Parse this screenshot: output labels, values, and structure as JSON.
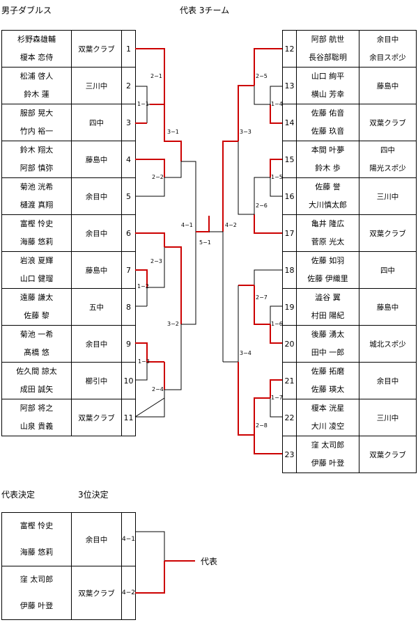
{
  "header": {
    "title": "男子ダブルス",
    "qualify": "代表  3チーム",
    "rep_decision": "代表決定",
    "third_place": "3位決定"
  },
  "colors": {
    "win": "#cc0000",
    "line": "#000000"
  },
  "left_entries": [
    {
      "no": "1",
      "p1": "杉野森雄輔",
      "p2": "榎本  恋侍",
      "team": "双葉クラブ"
    },
    {
      "no": "2",
      "p1": "松浦  啓人",
      "p2": "鈴木  蓮",
      "team": "三川中"
    },
    {
      "no": "3",
      "p1": "服部  晃大",
      "p2": "竹内  裕一",
      "team": "四中"
    },
    {
      "no": "4",
      "p1": "鈴木  翔太",
      "p2": "阿部  慎弥",
      "team": "藤島中"
    },
    {
      "no": "5",
      "p1": "菊池  洸希",
      "p2": "樋渡  真翔",
      "team": "余目中"
    },
    {
      "no": "6",
      "p1": "富樫  怜史",
      "p2": "海藤  悠莉",
      "team": "余目中"
    },
    {
      "no": "7",
      "p1": "岩浪  夏輝",
      "p2": "山口  健瑠",
      "team": "藤島中"
    },
    {
      "no": "8",
      "p1": "遠藤  謙太",
      "p2": "佐藤  黎",
      "team": "五中"
    },
    {
      "no": "9",
      "p1": "菊池  一希",
      "p2": "髙橋    悠",
      "team": "余目中"
    },
    {
      "no": "10",
      "p1": "佐久間  諒太",
      "p2": "成田  誠矢",
      "team": "櫛引中"
    },
    {
      "no": "11",
      "p1": "阿部  将之",
      "p2": "山泉  貴義",
      "team": "双葉クラブ"
    }
  ],
  "right_entries": [
    {
      "no": "12",
      "p1": "阿部  航世",
      "p2": "長谷部聡明",
      "team1": "余目中",
      "team2": "余目スポ少"
    },
    {
      "no": "13",
      "p1": "山口  絢平",
      "p2": "横山  芳幸",
      "team1": "藤島中",
      "team2": ""
    },
    {
      "no": "14",
      "p1": "佐藤  佑音",
      "p2": "佐藤  玖音",
      "team1": "双葉クラブ",
      "team2": ""
    },
    {
      "no": "15",
      "p1": "本間  叶夢",
      "p2": "鈴木  歩",
      "team1": "四中",
      "team2": "陽光スポ少"
    },
    {
      "no": "16",
      "p1": "佐藤  誉",
      "p2": "大川慎太郎",
      "team1": "三川中",
      "team2": ""
    },
    {
      "no": "17",
      "p1": "亀井  隆広",
      "p2": "菅原  光太",
      "team1": "双葉クラブ",
      "team2": ""
    },
    {
      "no": "18",
      "p1": "佐藤  如羽",
      "p2": "佐藤  伊織里",
      "team1": "四中",
      "team2": ""
    },
    {
      "no": "19",
      "p1": "澁谷    翼",
      "p2": "村田  陽紀",
      "team1": "藤島中",
      "team2": ""
    },
    {
      "no": "20",
      "p1": "後藤  湧太",
      "p2": "田中  一郎",
      "team1": "城北スポ少",
      "team2": ""
    },
    {
      "no": "21",
      "p1": "佐藤  拓磨",
      "p2": "佐藤  瑛太",
      "team1": "余目中",
      "team2": ""
    },
    {
      "no": "22",
      "p1": "榎本  洸星",
      "p2": "大川  凌空",
      "team1": "三川中",
      "team2": ""
    },
    {
      "no": "23",
      "p1": "窪  太司郎",
      "p2": "伊藤  叶登",
      "team1": "双葉クラブ",
      "team2": ""
    }
  ],
  "match_labels": {
    "m2_1": "2−1",
    "m1_1": "1−1",
    "m3_1": "3−1",
    "m2_2": "2−2",
    "m4_1": "4−1",
    "m2_3": "2−3",
    "m1_2": "1−2",
    "m3_2": "3−2",
    "m1_3": "1−3",
    "m2_4": "2−4",
    "m5_1": "5−1",
    "m4_2": "4−2",
    "m2_5": "2−5",
    "m1_4": "1−4",
    "m3_3": "3−3",
    "m1_5": "1−5",
    "m2_6": "2−6",
    "m2_7": "2−7",
    "m1_6": "1−6",
    "m3_4": "3−4",
    "m1_7": "1−7",
    "m2_8": "2−8"
  },
  "third_place_entries": [
    {
      "p1": "富樫  怜史",
      "p2": "海藤  悠莉",
      "team": "余目中",
      "match": "4−1"
    },
    {
      "p1": "窪  太司郎",
      "p2": "伊藤  叶登",
      "team": "双葉クラブ",
      "match": "4−2"
    }
  ],
  "representative_label": "代表"
}
